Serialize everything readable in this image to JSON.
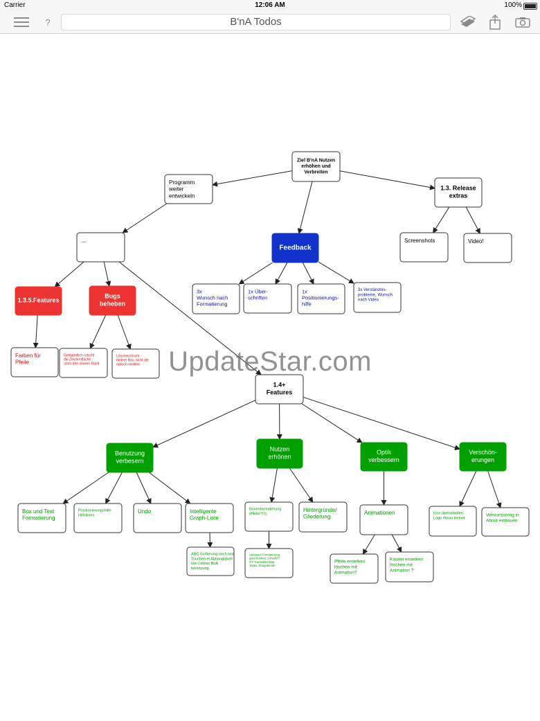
{
  "status_bar": {
    "carrier": "Carrier",
    "time": "12:06 AM",
    "battery": "100%"
  },
  "toolbar": {
    "title": "B'nA Todos",
    "help_label": "?",
    "icons": [
      "menu-icon",
      "help-icon",
      "layers-icon",
      "share-icon",
      "camera-icon"
    ]
  },
  "watermark": "UpdateStar.com",
  "colors": {
    "red": "#ee3333",
    "blue": "#1133cc",
    "green": "#00a000",
    "red_text": "#dd1111",
    "blue_text": "#1111aa",
    "green_text": "#009900"
  },
  "nodes": [
    {
      "id": "ziel",
      "lines": [
        "Ziel B'nA Nutzen",
        "erhöhen und",
        "Verbreiten"
      ],
      "style": "root"
    },
    {
      "id": "programm",
      "lines": [
        "Programm",
        "weiter",
        "entwickeln"
      ],
      "style": "plain"
    },
    {
      "id": "release",
      "lines": [
        "1.3. Release",
        "extras"
      ],
      "style": "bold"
    },
    {
      "id": "dots",
      "lines": [
        "..."
      ],
      "style": "plain"
    },
    {
      "id": "feedback",
      "lines": [
        "Feedback"
      ],
      "style": "blue"
    },
    {
      "id": "screenshots",
      "lines": [
        "Screenshots"
      ],
      "style": "plain"
    },
    {
      "id": "video",
      "lines": [
        "Video!"
      ],
      "style": "plain"
    },
    {
      "id": "features135",
      "lines": [
        "1.3.5.Features"
      ],
      "style": "red"
    },
    {
      "id": "bugs",
      "lines": [
        "Bugs",
        "beheben"
      ],
      "style": "red"
    },
    {
      "id": "fb1",
      "lines": [
        "3x",
        "Wunsch nach",
        "Formatierung"
      ],
      "style": "bluetext"
    },
    {
      "id": "fb2",
      "lines": [
        "1x Über-",
        "schriften"
      ],
      "style": "bluetext"
    },
    {
      "id": "fb3",
      "lines": [
        "1x",
        "Positionierungs-",
        "hilfe"
      ],
      "style": "bluetext"
    },
    {
      "id": "fb4",
      "lines": [
        "3x Verständnis-",
        "probleme, Wunsch",
        "nach Video"
      ],
      "style": "bluetext-small"
    },
    {
      "id": "farben",
      "lines": [
        "Farben für",
        "Pfeile"
      ],
      "style": "redtext"
    },
    {
      "id": "bug1",
      "lines": [
        "Gelegentlich rutscht",
        "die Zeichenfläche",
        "unter den oberen Rand"
      ],
      "style": "redtext-tiny"
    },
    {
      "id": "bug2",
      "lines": [
        "Löschen löscht",
        "hintere Box, nicht die",
        "optisch vordere"
      ],
      "style": "redtext-tiny"
    },
    {
      "id": "features14",
      "lines": [
        "1.4+",
        "Features"
      ],
      "style": "bold"
    },
    {
      "id": "benutzung",
      "lines": [
        "Benutzung",
        "verbesern"
      ],
      "style": "green"
    },
    {
      "id": "nutzen",
      "lines": [
        "Nutzen",
        "erhönen"
      ],
      "style": "green"
    },
    {
      "id": "optik",
      "lines": [
        "Optik",
        "verbessern"
      ],
      "style": "green"
    },
    {
      "id": "verschoen",
      "lines": [
        "Verschön-",
        "erungen"
      ],
      "style": "green"
    },
    {
      "id": "boxtext",
      "lines": [
        "Box und Text",
        "Formatierung"
      ],
      "style": "greentext"
    },
    {
      "id": "posh",
      "lines": [
        "Positionierungshilfe",
        "Hilfslinien"
      ],
      "style": "greentext-tiny"
    },
    {
      "id": "undo",
      "lines": [
        "Undo"
      ],
      "style": "greentext"
    },
    {
      "id": "graph",
      "lines": [
        "Intelligente",
        "Graph-Liste"
      ],
      "style": "greentext"
    },
    {
      "id": "abc",
      "lines": [
        "ABC Sortierung nach last",
        "Touchen et Abhängigkeit",
        "von Letzter BnA",
        "benutzung"
      ],
      "style": "greentext-tiny"
    },
    {
      "id": "boxform",
      "lines": [
        "Boxenformatierung",
        "(Pfeile?!?)"
      ],
      "style": "greentext-tiny"
    },
    {
      "id": "uebers",
      "lines": [
        "Uebstaen Formatierung,",
        "ganz konkret: Schreibt?",
        "IoT Transaktionliste,",
        "Todos, Stragebende"
      ],
      "style": "greentext-micro"
    },
    {
      "id": "hinter",
      "lines": [
        "Hintergründe/",
        "Gliederung"
      ],
      "style": "greentext"
    },
    {
      "id": "anim",
      "lines": [
        "Animationen"
      ],
      "style": "greentext"
    },
    {
      "id": "pfeile",
      "lines": [
        "Pfeile erstellen/",
        "löschen mit",
        "Animation?"
      ],
      "style": "greentext-small"
    },
    {
      "id": "kasten",
      "lines": [
        "Kasten erstellen/",
        "löschen mit",
        "Animation ?"
      ],
      "style": "greentext-small"
    },
    {
      "id": "icon",
      "lines": [
        "Icon überarbeiten:",
        "Logo etwas kleiner"
      ],
      "style": "greentext-tiny"
    },
    {
      "id": "version",
      "lines": [
        "Versionsstring in",
        "About einbauen"
      ],
      "style": "greentext-small"
    }
  ],
  "edges": [
    [
      "ziel",
      "programm"
    ],
    [
      "ziel",
      "release"
    ],
    [
      "ziel",
      "feedback"
    ],
    [
      "programm",
      "dots"
    ],
    [
      "release",
      "screenshots"
    ],
    [
      "release",
      "video"
    ],
    [
      "dots",
      "features135"
    ],
    [
      "dots",
      "bugs"
    ],
    [
      "dots",
      "features14"
    ],
    [
      "feedback",
      "fb1"
    ],
    [
      "feedback",
      "fb2"
    ],
    [
      "feedback",
      "fb3"
    ],
    [
      "feedback",
      "fb4"
    ],
    [
      "features135",
      "farben"
    ],
    [
      "bugs",
      "bug1"
    ],
    [
      "bugs",
      "bug2"
    ],
    [
      "features14",
      "benutzung"
    ],
    [
      "features14",
      "nutzen"
    ],
    [
      "features14",
      "optik"
    ],
    [
      "features14",
      "verschoen"
    ],
    [
      "benutzung",
      "boxtext"
    ],
    [
      "benutzung",
      "posh"
    ],
    [
      "benutzung",
      "undo"
    ],
    [
      "benutzung",
      "graph"
    ],
    [
      "graph",
      "abc"
    ],
    [
      "nutzen",
      "boxform"
    ],
    [
      "nutzen",
      "hinter"
    ],
    [
      "boxform",
      "uebers"
    ],
    [
      "optik",
      "anim"
    ],
    [
      "anim",
      "pfeile"
    ],
    [
      "anim",
      "kasten"
    ],
    [
      "verschoen",
      "icon"
    ],
    [
      "verschoen",
      "version"
    ]
  ]
}
